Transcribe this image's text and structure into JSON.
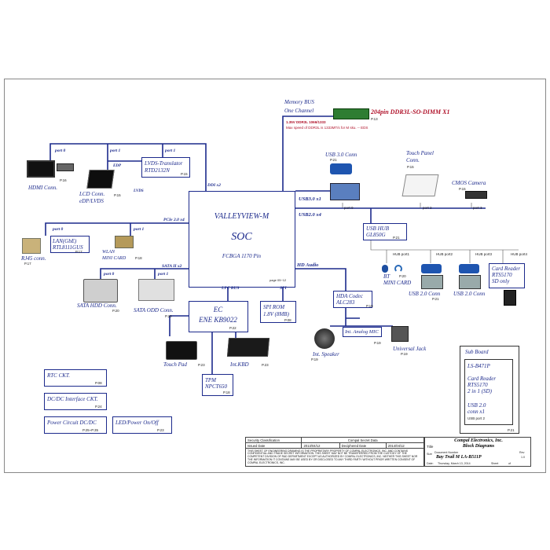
{
  "memory": {
    "bus_line1": "Memory BUS",
    "bus_line2": "One Channel",
    "dimm": "204pin DDR3L-SO-DIMM X1",
    "dimm_page": "P.13",
    "speed1": "1.35V DDR3L 1066/1333",
    "speed2": "Max speed of DDR3L is 1333MT/s for M sku. -- EDS"
  },
  "soc": {
    "name1": "VALLEYVIEW-M",
    "name2": "SOC",
    "pkg": "FCBGA 1170 Pin",
    "page": "page 05~12"
  },
  "display": {
    "port0": "port 0",
    "port1a": "port 1",
    "port1b": "port 1",
    "hdmi": "HDMI Conn.",
    "hdmi_page": "P.16",
    "lcd1": "LCD Conn.",
    "lcd2": "eDP/LVDS",
    "lcd_page": "P.15",
    "edp": "EDP",
    "lvds": "LVDS",
    "lvds_tr1": "LVDS-Translator",
    "lvds_tr2": "RTD2132N",
    "lvds_tr_page": "P.15",
    "ddi": "DDI x2"
  },
  "pcie": {
    "label": "PCIe 2.0 x4",
    "port0": "port 0",
    "port1": "port 1",
    "lan1": "LAN(GbE)",
    "lan2": "RTL8111GUS",
    "lan_page": "P.17",
    "rj45": "RJ45 conn.",
    "rj45_page": "P.17",
    "wlan1": "WLAN",
    "wlan2": "MINI CARD",
    "wlan_page": "P.18"
  },
  "sata": {
    "label": "SATA II x2",
    "port0": "port 0",
    "port1": "port 1",
    "hdd": "SATA HDD Conn.",
    "hdd_page": "P.20",
    "odd": "SATA ODD Conn.",
    "odd_page": "P.20"
  },
  "usb": {
    "usb30_x1": "USB3.0 x1",
    "usb20_x4": "USB2.0 x4",
    "conn30": "USB 3.0 Conn",
    "conn30_page": "P.21",
    "port0": "port 0",
    "port2": "port 2",
    "port3": "port 3",
    "port1": "port 1",
    "touch1": "Touch Panel",
    "touch2": "Conn.",
    "touch_page": "P.15",
    "cam": "CMOS Camera",
    "cam_page": "P.15",
    "hub1": "USB HUB",
    "hub2": "GL850G",
    "hub_page": "P.21",
    "hp1": "HUB port1",
    "hp2": "HUB port2",
    "hp3": "HUB port3",
    "hp4": "HUB port4",
    "bt1": "BT",
    "bt2": "MINI CARD",
    "bt_page": "P.20",
    "usb20a": "USB 2.0 Conn",
    "usb20a_page": "P.21",
    "usb20b": "USB 2.0 Conn",
    "cr1": "Card Reader",
    "cr2": "RTS5170",
    "cr3": "SD only"
  },
  "audio": {
    "hda": "HD Audio",
    "codec1": "HDA Codec",
    "codec2": "ALC283",
    "codec_page": "P.19",
    "mic": "Int. Analog MIC",
    "mic_page": "P.19",
    "spk": "Int. Speaker",
    "spk_page": "P.19",
    "jack": "Universal Jack",
    "jack_page": "P.19"
  },
  "lpc": {
    "bus": "LPC BUS",
    "spi": "SPI",
    "ec1": "EC",
    "ec2": "ENE KB9022",
    "ec_page": "P.22",
    "rom1": "SPI ROM",
    "rom2": "1.8V (8MB)",
    "rom_page": "P.08",
    "tp": "Touch Pad",
    "tp_page": "P.23",
    "kbd": "Int.KBD",
    "kbd_page": "P.23",
    "tpm1": "TPM",
    "tpm2": "NPCT650",
    "tpm_page": "P.18"
  },
  "misc": {
    "rtc": "RTC CKT.",
    "rtc_page": "P.08",
    "dcdc": "DC/DC Interface CKT.",
    "dcdc_page": "P.24",
    "pwr": "Power Circuit DC/DC",
    "pwr_page": "P.25~P.35",
    "led": "LED/Power On/Off",
    "led_page": "P.23"
  },
  "subboard": {
    "title": "Sub Board",
    "name": "LS-B471P",
    "cr1": "Card Reader",
    "cr2": "RTS5170",
    "cr3": "2 in 1 (SD)",
    "usb1": "USB 2.0",
    "usb2": "conn x1",
    "usb3": "USB port 2",
    "page": "P.21"
  },
  "titleblock": {
    "sec_class": "Security Classification",
    "secret": "Compal Secret Data",
    "company": "Compal Electronics, Inc.",
    "issued": "Issued Date",
    "issued_val": "2013/04/12",
    "deciphered": "Deciphered Date",
    "deciphered_val": "2014/04/12",
    "title_lbl": "Title",
    "title_val": "Block Diagrams",
    "size": "Size",
    "doc_no": "Document Number",
    "rev": "Rev",
    "rev_val": "1.0",
    "doc_val": "Bay Trail M LA-B511P",
    "date_lbl": "Date:",
    "date_val": "Thursday, March 13, 2014",
    "sheet": "Sheet",
    "sheet_of": "of",
    "notice": "THIS SHEET OF ENGINEERING DRAWING IS THE PROPRIETARY PROPERTY OF COMPAL ELECTRONICS, INC. AND CONTAINS CONFIDENTIAL AND TRADE SECRET INFORMATION. THIS SHEET MAY NOT BE TRANSFERRED FROM THE CUSTODY OF THE COMPETENT DIVISION OF R&D DEPARTMENT EXCEPT AS AUTHORIZED BY COMPAL ELECTRONICS, INC. NEITHER THIS SHEET NOR THE INFORMATION IT CONTAINS MAY BE USED BY OR DISCLOSED TO ANY THIRD PARTY WITHOUT PRIOR WRITTEN CONSENT OF COMPAL ELECTRONICS, INC."
  }
}
